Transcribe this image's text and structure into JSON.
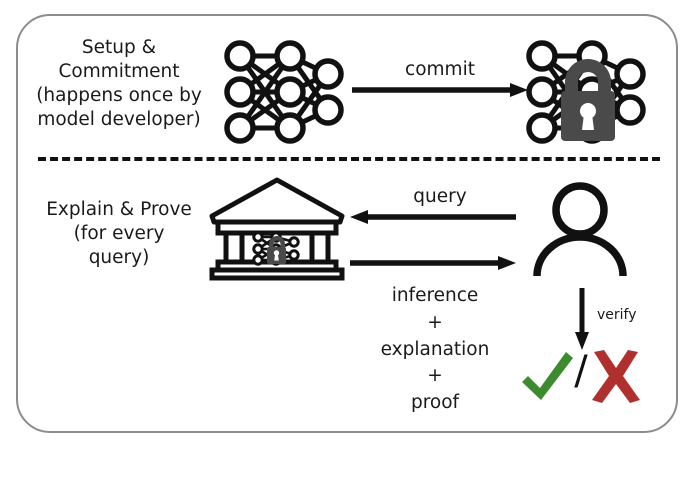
{
  "figure": {
    "title": "Setup & Commitment / Explain & Prove protocol diagram",
    "border_color": "#8c8c8c",
    "divider_style": "dashed"
  },
  "rows": {
    "top": {
      "stage_label": "Setup &\nCommitment\n(happens once by\nmodel developer)",
      "source_icon": "neural-network-icon",
      "arrow_label": "commit",
      "arrow_direction": "right",
      "target_icon": "locked-neural-network-icon"
    },
    "bottom": {
      "stage_label": "Explain & Prove\n(for every\nquery)",
      "left_icon": "bank-with-locked-model-icon",
      "right_icon": "user-icon",
      "arrow_top_label": "query",
      "arrow_top_direction": "left",
      "arrow_bottom_direction": "right",
      "arrow_bottom_label": "inference\n+\nexplanation\n+\nproof",
      "verify_label": "verify",
      "verify_arrow_direction": "down",
      "result_accept_icon": "check-mark-icon",
      "result_separator": "/",
      "result_reject_icon": "cross-mark-icon"
    }
  },
  "colors": {
    "stroke": "#111111",
    "lock_gray": "#4a4a4a",
    "check_green": "#3c8b2e",
    "cross_red": "#b03030",
    "text": "#1a1a1a"
  }
}
